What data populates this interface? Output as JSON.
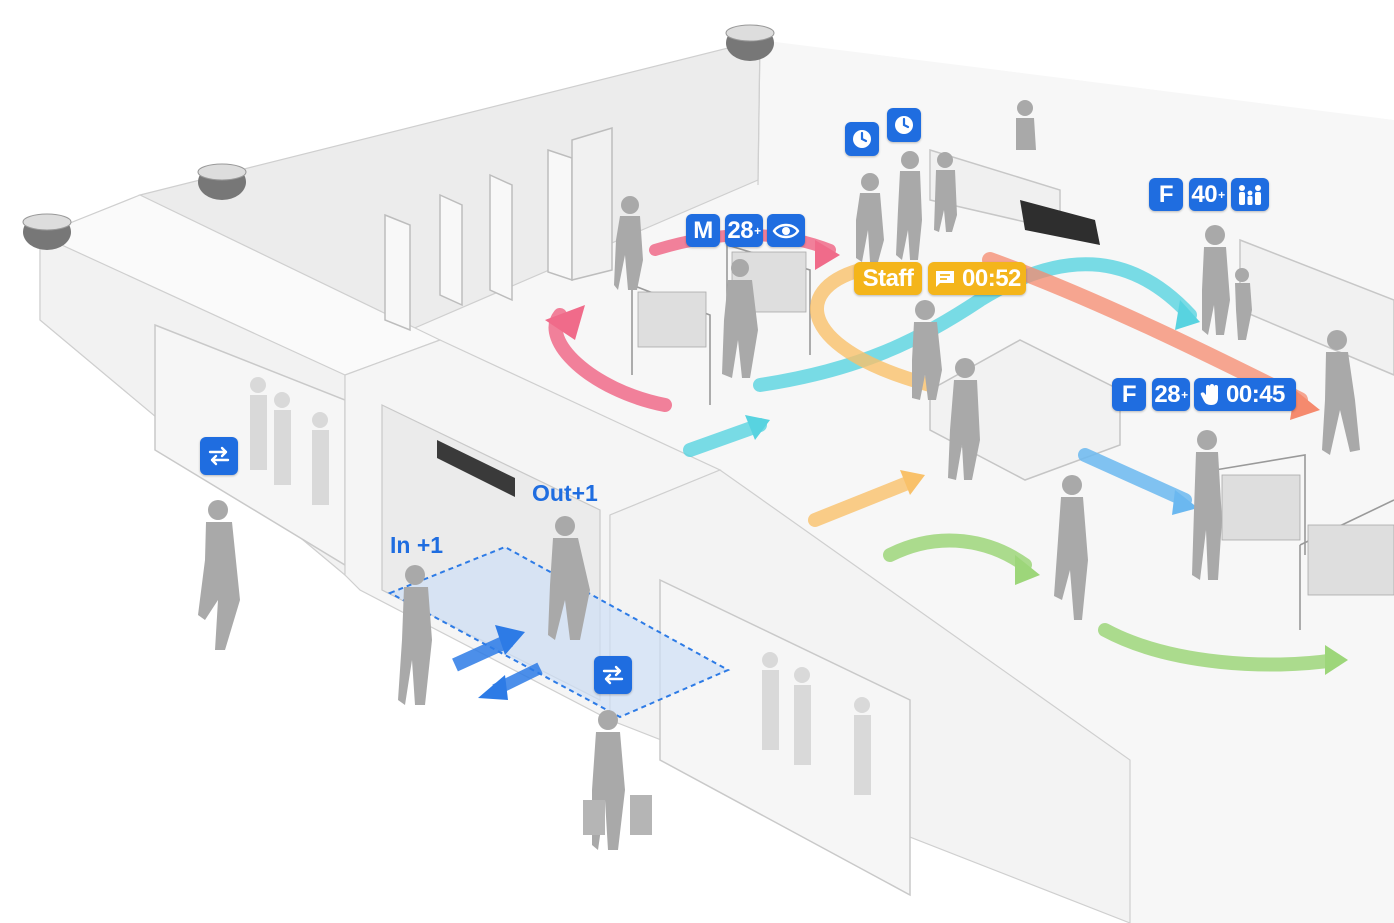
{
  "counter": {
    "in_label": "In +1",
    "out_label": "Out+1"
  },
  "badges": {
    "group_m": {
      "gender": "M",
      "age": "28",
      "age_plus": "+"
    },
    "staff": {
      "label": "Staff",
      "chat_time": "00:52"
    },
    "group_f40": {
      "gender": "F",
      "age": "40",
      "age_plus": "+"
    },
    "group_f28": {
      "gender": "F",
      "age": "28",
      "age_plus": "+",
      "dwell_time": "00:45"
    }
  },
  "colors": {
    "badge_blue": "#1f6de0",
    "badge_orange": "#f4b51b",
    "path_pink": "#f06b8a",
    "path_cyan": "#58d3e0",
    "path_orange": "#f9c16a",
    "path_green": "#9dd67a",
    "path_salmon": "#f58a6e",
    "path_blue": "#6bb8f0"
  },
  "icons": [
    "camera-icon",
    "clock-icon",
    "eye-icon",
    "chat-icon",
    "family-icon",
    "hand-icon",
    "swap-arrows-icon"
  ]
}
